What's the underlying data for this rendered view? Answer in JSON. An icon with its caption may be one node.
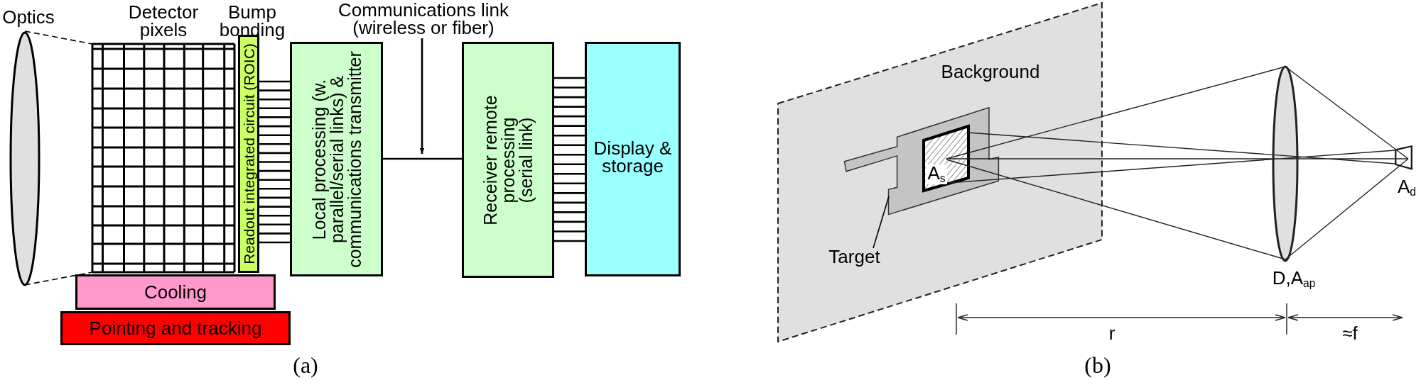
{
  "diagram": {
    "nodes": [
      {
        "text": [
          "Optics"
        ]
      },
      {
        "text": [
          "Detector pixels"
        ]
      },
      {
        "text": [
          "Readout integrated circuit (ROIC)"
        ]
      },
      {
        "text": [
          "Local processing (w. parallel/serial links) & communications transmitter"
        ]
      },
      {
        "text": [
          "Communications link (wireless or fiber)"
        ]
      },
      {
        "text": [
          "Receiver remote processing (serial link)"
        ]
      },
      {
        "text": [
          "Display & storage"
        ]
      },
      {
        "text": [
          "Cooling"
        ]
      },
      {
        "text": [
          "Pointing and tracking"
        ]
      },
      {
        "text": [
          "Background"
        ]
      },
      {
        "text": [],
        "shape": "box",
        "in": 9
      },
      {
        "text": [
          "A$_{s}$"
        ],
        "in": 10
      },
      {
        "text": [
          "Target"
        ],
        "in": 9
      },
      {
        "text": [
          "D,A$_{ap}$"
        ]
      },
      {
        "text": [
          "A$_{d}$"
        ]
      }
    ],
    "edges": [
      {
        "from": 0,
        "to": 1,
        "arrow": "none",
        "style": "dashed"
      },
      {
        "from": 0,
        "to": 1,
        "arrow": "none",
        "style": "dashed"
      },
      {
        "from": 2,
        "to": 3,
        "arrow": "none"
      },
      {
        "from": 3,
        "to": 5,
        "arrow": "none"
      },
      {
        "from": 4,
        "to": null,
        "arrow": "to"
      },
      {
        "from": 5,
        "to": 6,
        "arrow": "none"
      },
      {
        "from": 12,
        "to": 10,
        "arrow": "none"
      }
    ],
    "labels": [
      "Bump bonding",
      "(a)",
      "r",
      "≈f",
      "(b)"
    ]
  }
}
